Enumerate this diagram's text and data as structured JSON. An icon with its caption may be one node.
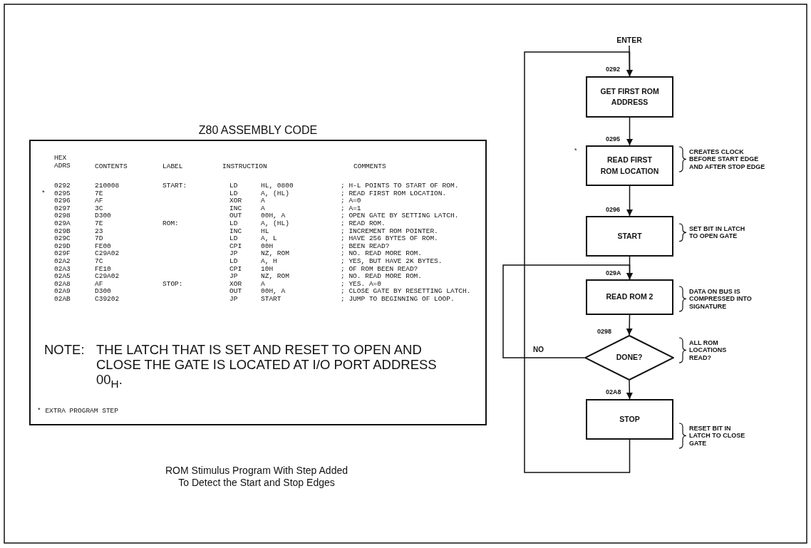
{
  "diagram": {
    "title": "Z80 ASSEMBLY CODE",
    "caption": "ROM Stimulus Program With Step Added To Detect the Start and Stop Edges",
    "nodes": [
      {
        "text": [
          "ENTER"
        ]
      },
      {
        "text": [
          "GET FIRST ROM ADDRESS"
        ],
        "beside": [
          "0292"
        ]
      },
      {
        "text": [
          "READ FIRST ROM LOCATION"
        ],
        "beside": [
          "0295",
          "CREATES CLOCK BEFORE START EDGE AND AFTER STOP EDGE"
        ]
      },
      {
        "text": [
          "START"
        ],
        "beside": [
          "0296",
          "SET BIT IN LATCH TO OPEN GATE"
        ]
      },
      {
        "text": [
          "READ ROM 2"
        ],
        "beside": [
          "029A",
          "DATA ON BUS IS COMPRESSED INTO SIGNATURE"
        ]
      },
      {
        "text": [
          "DONE?"
        ],
        "beside": [
          "0298",
          "ALL ROM LOCATIONS READ?"
        ]
      },
      {
        "text": [
          "STOP"
        ],
        "beside": [
          "02A8",
          "RESET BIT IN LATCH TO CLOSE GATE"
        ]
      }
    ],
    "edges": [
      {
        "from": 0,
        "to": 1,
        "arrow": "to"
      },
      {
        "from": 1,
        "to": 2,
        "arrow": "to"
      },
      {
        "from": 2,
        "to": 3,
        "arrow": "to"
      },
      {
        "from": 3,
        "to": 4,
        "arrow": "to"
      },
      {
        "from": 4,
        "to": 5,
        "arrow": "to"
      },
      {
        "from": 5,
        "to": 4,
        "arrow": "to",
        "label": "NO"
      },
      {
        "from": 5,
        "to": 6,
        "arrow": "to"
      },
      {
        "from": 6,
        "to": 1,
        "arrow": "to"
      }
    ],
    "labels": [
      "HEX ADRS",
      "CONTENTS",
      "LABEL",
      "INSTRUCTION",
      "COMMENTS",
      "0292",
      "210008",
      "START:",
      "LD",
      "HL, 0800",
      "; H-L POINTS TO START OF ROM.",
      "*",
      "0295",
      "7E",
      "LD",
      "A, (HL)",
      "; READ FIRST ROM LOCATION.",
      "0296",
      "AF",
      "XOR",
      "A",
      "; A=0",
      "0297",
      "3C",
      "INC",
      "A",
      "; A=1",
      "0298",
      "D300",
      "OUT",
      "00H, A",
      "; OPEN GATE BY SETTING LATCH.",
      "029A",
      "7E",
      "ROM:",
      "LD",
      "A, (HL)",
      "; READ ROM.",
      "029B",
      "23",
      "INC",
      "HL",
      "; INCREMENT ROM POINTER.",
      "029C",
      "7D",
      "LD",
      "A, L",
      "; HAVE 256 BYTES OF ROM.",
      "029D",
      "FE00",
      "CPI",
      "00H",
      "; BEEN READ?",
      "029F",
      "C29A02",
      "JP",
      "NZ, ROM",
      "; NO. READ MORE ROM.",
      "02A2",
      "7C",
      "LD",
      "A, H",
      "; YES, BUT HAVE 2K BYTES.",
      "02A3",
      "FE10",
      "CPI",
      "10H",
      "; OF ROM BEEN READ?",
      "02A5",
      "C29A02",
      "JP",
      "NZ, ROM",
      "; NO. READ MORE ROM.",
      "02A8",
      "AF",
      "STOP:",
      "XOR",
      "A",
      "; YES. A=0",
      "02A9",
      "D300",
      "OUT",
      "00H, A",
      "; CLOSE GATE BY RESETTING LATCH.",
      "02AB",
      "C39202",
      "JP",
      "START",
      "; JUMP TO BEGINNING OF LOOP.",
      "NOTE:",
      "THE LATCH THAT IS SET AND RESET TO OPEN AND CLOSE THE GATE IS LOCATED AT I/O PORT ADDRESS 00$_{H}$.",
      "* EXTRA PROGRAM STEP",
      "*"
    ]
  }
}
